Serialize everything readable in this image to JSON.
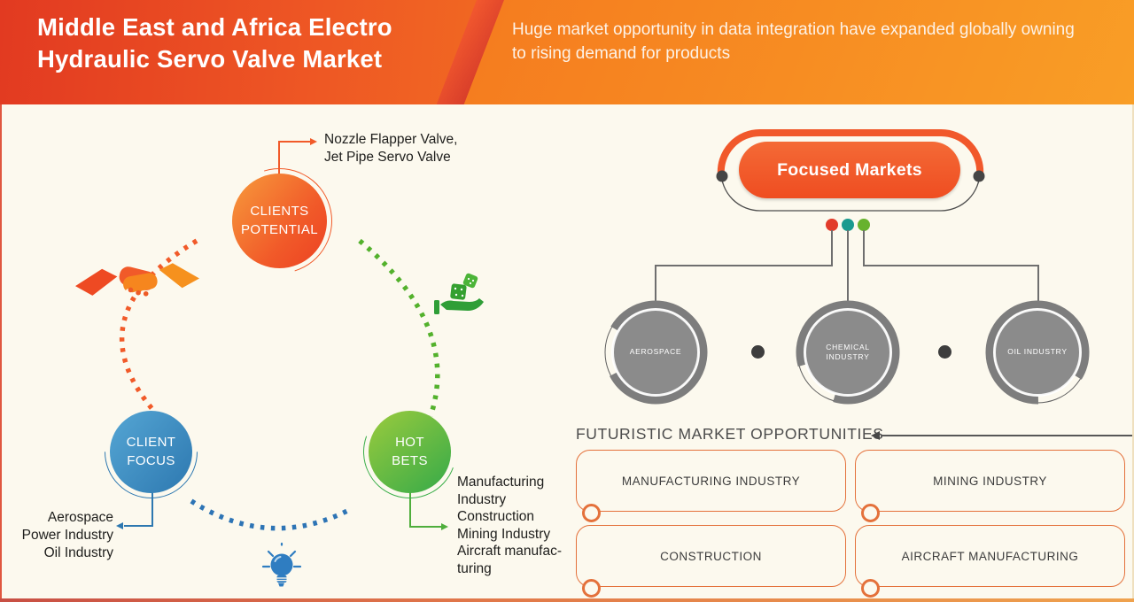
{
  "header": {
    "title": "Middle East and Africa Electro\nHydraulic Servo Valve Market",
    "subtitle": "Huge market opportunity in data integration have expanded globally owning to rising demand for products"
  },
  "left_diagram": {
    "clients_potential": {
      "label": "CLIENTS\nPOTENTIAL",
      "annotation": "Nozzle Flapper Valve,\nJet Pipe Servo Valve",
      "color": "#f15a29"
    },
    "client_focus": {
      "label": "CLIENT\nFOCUS",
      "annotation": "Aerospace\nPower Industry\nOil Industry",
      "color": "#2d78b0"
    },
    "hot_bets": {
      "label": "HOT\nBETS",
      "annotation": "Manufacturing\nIndustry\nConstruction\nMining Industry\nAircraft manufac-\nturing",
      "color": "#3aae49"
    },
    "icons": [
      "handshake-icon",
      "hand-dice-icon",
      "lightbulb-icon"
    ]
  },
  "right_diagram": {
    "focused_markets_label": "Focused Markets",
    "focused_markets_color": "#f1582b",
    "branch_dot_colors": [
      "#e23c2b",
      "#1a9a8f",
      "#67b22e"
    ],
    "market_circles": [
      {
        "label": "AEROSPACE"
      },
      {
        "label": "CHEMICAL INDUSTRY"
      },
      {
        "label": "OIL INDUSTRY"
      }
    ],
    "futuristic": {
      "heading": "FUTURISTIC MARKET OPPORTUNITIES",
      "boxes": [
        "MANUFACTURING INDUSTRY",
        "MINING INDUSTRY",
        "CONSTRUCTION",
        "AIRCRAFT MANUFACTURING"
      ],
      "box_border_color": "#e4713b"
    }
  },
  "colors": {
    "header_gradient_left": "#e23a21",
    "header_gradient_right": "#f58a21",
    "background": "#fcf9ee",
    "connector_gray": "#6f6f6f",
    "gray_circle_fill": "#8b8b8b"
  }
}
